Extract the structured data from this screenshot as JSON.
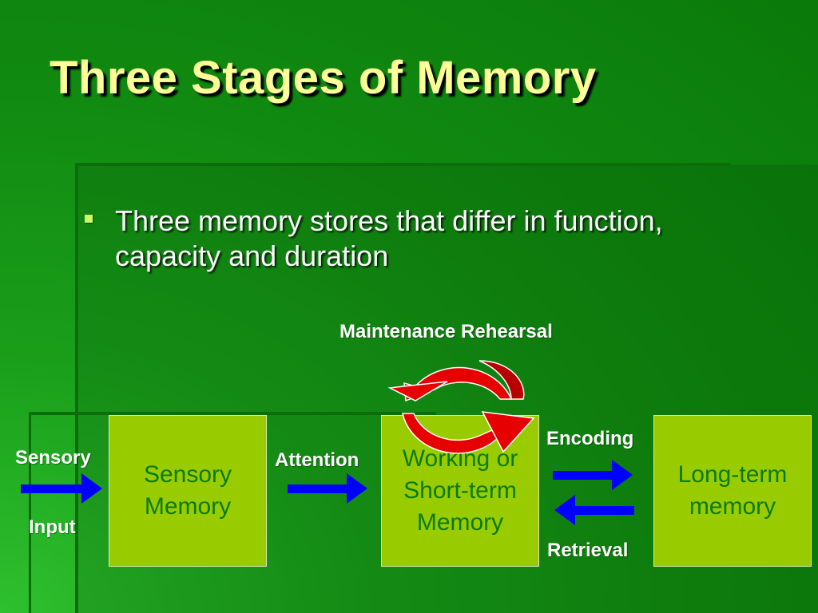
{
  "slide": {
    "title": "Three Stages of Memory",
    "bullet": "Three memory stores that differ in function, capacity and duration"
  },
  "diagram": {
    "boxes": {
      "sensory": "Sensory\nMemory",
      "working": "Working or\nShort-term\nMemory",
      "longterm": "Long-term\nmemory"
    },
    "labels": {
      "sensory_input_top": "Sensory",
      "sensory_input_bottom": "Input",
      "attention": "Attention",
      "maintenance": "Maintenance Rehearsal",
      "encoding": "Encoding",
      "retrieval": "Retrieval"
    },
    "colors": {
      "background": "#1a9e1a",
      "title": "#ffff99",
      "box_fill": "#99cc00",
      "box_text": "#0a7a0a",
      "flow_arrow": "#0000ff",
      "rehearsal_arrow": "#e00000"
    }
  }
}
